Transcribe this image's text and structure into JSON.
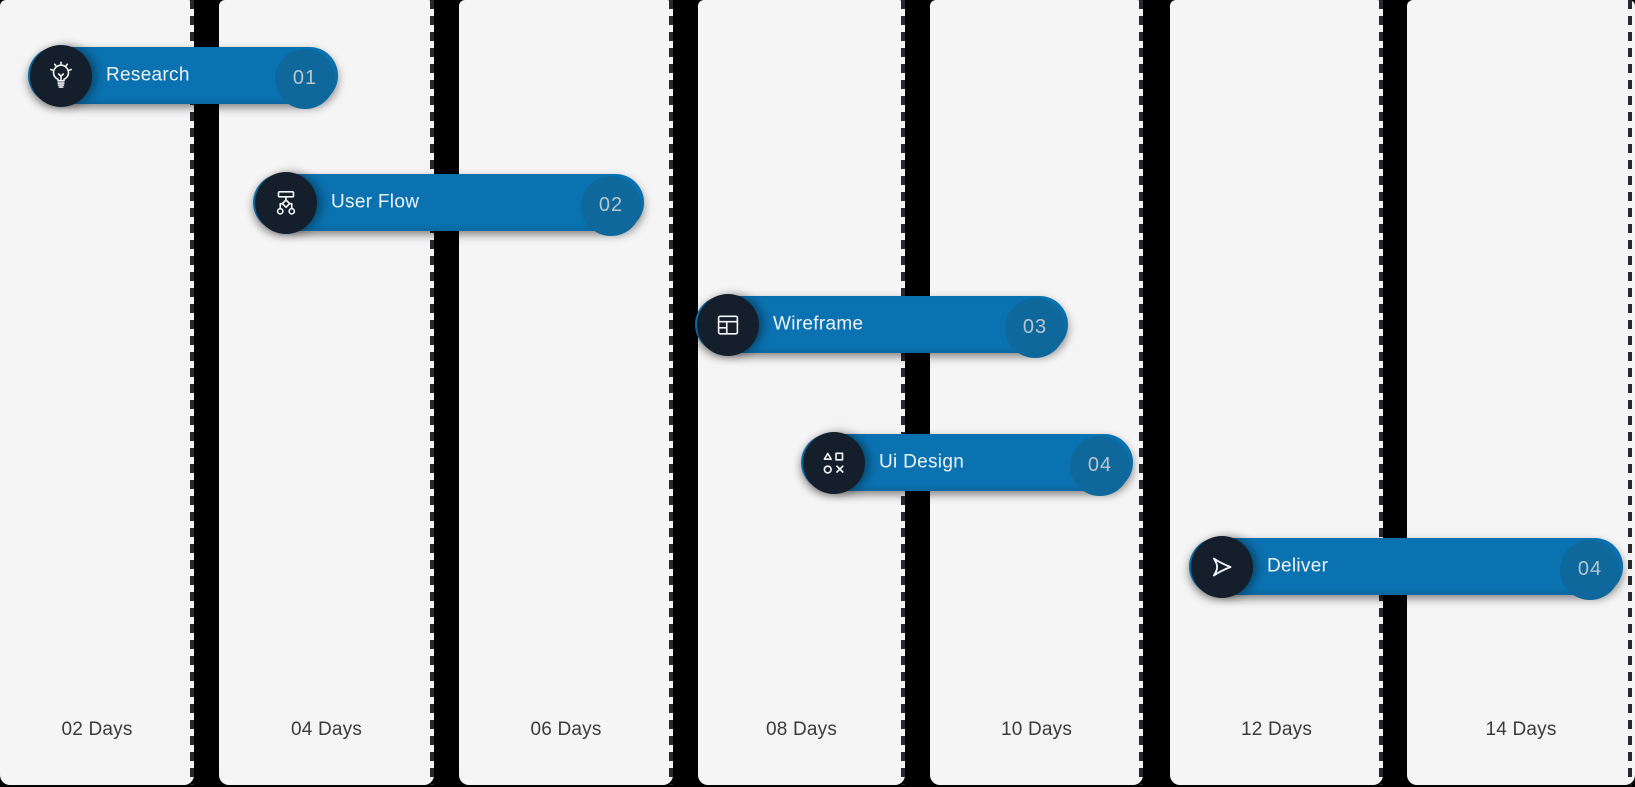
{
  "columns": [
    {
      "label": "02 Days"
    },
    {
      "label": "04 Days"
    },
    {
      "label": "06 Days"
    },
    {
      "label": "08 Days"
    },
    {
      "label": "10 Days"
    },
    {
      "label": "12 Days"
    },
    {
      "label": "14 Days"
    }
  ],
  "tasks": [
    {
      "label": "Research",
      "number": "01",
      "icon": "lightbulb-icon"
    },
    {
      "label": "User Flow",
      "number": "02",
      "icon": "flowchart-icon"
    },
    {
      "label": "Wireframe",
      "number": "03",
      "icon": "wireframe-icon"
    },
    {
      "label": "Ui Design",
      "number": "04",
      "icon": "shapes-icon"
    },
    {
      "label": "Deliver",
      "number": "04",
      "icon": "paper-plane-icon"
    }
  ],
  "chart_data": {
    "type": "gantt",
    "title": "",
    "x_axis": {
      "unit": "Days",
      "tick_labels": [
        "02 Days",
        "04 Days",
        "06 Days",
        "08 Days",
        "10 Days",
        "12 Days",
        "14 Days"
      ],
      "days_per_column": 2,
      "range": [
        0,
        14
      ],
      "grid": "dashed vertical separators between day columns"
    },
    "tasks": [
      {
        "name": "Research",
        "number": "01",
        "start_day": 0.3,
        "end_day": 3.1
      },
      {
        "name": "User Flow",
        "number": "02",
        "start_day": 2.3,
        "end_day": 5.7
      },
      {
        "name": "Wireframe",
        "number": "03",
        "start_day": 6.0,
        "end_day": 9.3
      },
      {
        "name": "Ui Design",
        "number": "04",
        "start_day": 7.0,
        "end_day": 9.9
      },
      {
        "name": "Deliver",
        "number": "04",
        "start_day": 10.2,
        "end_day": 13.9
      }
    ],
    "legend": "none"
  },
  "colors": {
    "bar_blue": "#0b72b1",
    "icon_circle_navy": "#151f2b",
    "number_badge_blue": "#0e689c",
    "number_text": "#bac5cd",
    "bar_label_text": "#eef2f4",
    "column_background": "#f5f5f6",
    "day_label_text": "#3b3b3d",
    "page_background": "#000000",
    "dash_line": "#28282d"
  }
}
